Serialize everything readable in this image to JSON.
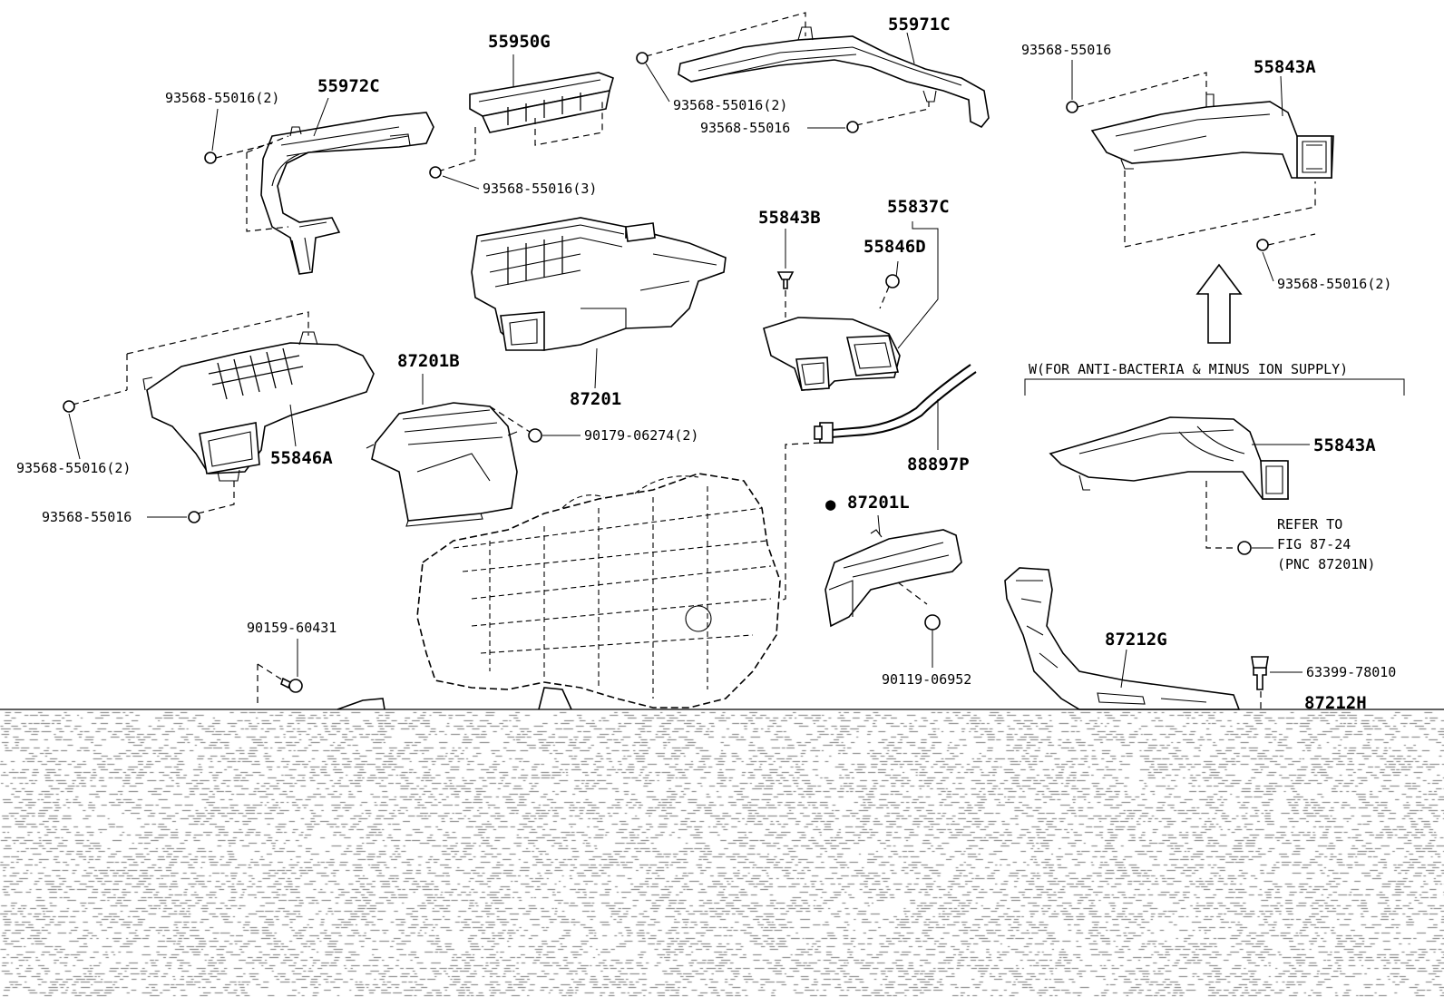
{
  "diagram": {
    "labels": {
      "p55972C": "55972C",
      "p55950G": "55950G",
      "p55971C": "55971C",
      "p55843A_top": "55843A",
      "p55843A_mid": "55843A",
      "p55843B": "55843B",
      "p55837C": "55837C",
      "p55846D": "55846D",
      "p55846A": "55846A",
      "p87201B": "87201B",
      "p87201": "87201",
      "p87201L": "87201L",
      "p88897P": "88897P",
      "p87212G": "87212G",
      "p87212H": "87212H",
      "b_55972C": "93568-55016(2)",
      "b_55950G": "93568-55016(3)",
      "b_55971C_a": "93568-55016(2)",
      "b_55971C_b": "93568-55016",
      "b_55843A_top": "93568-55016",
      "b_55843A_bot": "93568-55016(2)",
      "b_55846A_a": "93568-55016(2)",
      "b_55846A_b": "93568-55016",
      "b_87201B": "90179-06274(2)",
      "b_90159": "90159-60431",
      "b_90119": "90119-06952",
      "b_63399": "63399-78010",
      "variant_note": "W(FOR ANTI-BACTERIA & MINUS ION SUPPLY)",
      "refer_1": "REFER TO",
      "refer_2": "FIG 87-24",
      "refer_3": "(PNC 87201N)"
    },
    "marker_glyph": "●",
    "noise_color": "#7a7a7a"
  }
}
